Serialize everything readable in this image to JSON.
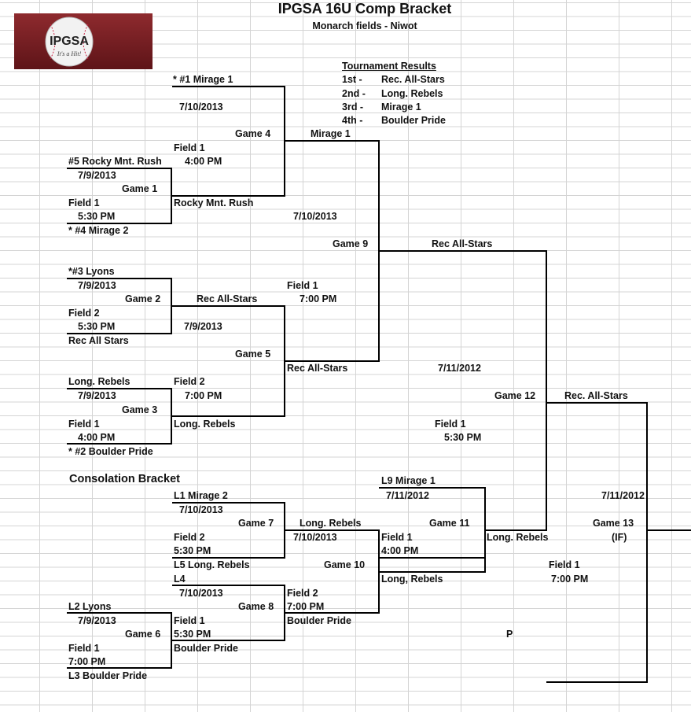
{
  "header": {
    "title": "IPGSA 16U Comp Bracket",
    "subtitle": "Monarch fields - Niwot",
    "logo_text": "IPGSA",
    "logo_tagline": "It's a Hit!"
  },
  "results": {
    "title": "Tournament Results",
    "places": [
      {
        "place": "1st -",
        "team": "Rec. All-Stars"
      },
      {
        "place": "2nd -",
        "team": "Long. Rebels"
      },
      {
        "place": "3rd -",
        "team": "Mirage 1"
      },
      {
        "place": "4th -",
        "team": "Boulder Pride"
      }
    ]
  },
  "winners_bracket": {
    "g1": {
      "top": "#5 Rocky Mnt. Rush",
      "date": "7/9/2013",
      "game": "Game 1",
      "field": "Field 1",
      "time": "5:30 PM",
      "bottom": "* #4 Mirage 2"
    },
    "g2": {
      "top": "*#3 Lyons",
      "date": "7/9/2013",
      "game": "Game 2",
      "field": "Field 2",
      "time": "5:30 PM",
      "bottom": "Rec All Stars"
    },
    "g3": {
      "top": "Long. Rebels",
      "date": "7/9/2013",
      "game": "Game 3",
      "field": "Field 1",
      "time": "4:00 PM",
      "bottom": "* #2 Boulder Pride"
    },
    "g4": {
      "top": "* #1 Mirage 1",
      "date": "7/10/2013",
      "game": "Game 4",
      "field": "Field 1",
      "time": "4:00 PM",
      "bottom": "Rocky Mnt. Rush"
    },
    "g5": {
      "top": "Rec All-Stars",
      "date": "7/9/2013",
      "game": "Game 5",
      "field": "Field 2",
      "time": "7:00 PM",
      "bottom": "Long. Rebels"
    },
    "g9": {
      "top": "Mirage 1",
      "date": "7/10/2013",
      "game": "Game 9",
      "field": "Field 1",
      "time": "7:00 PM",
      "bottom": "Rec All-Stars"
    },
    "g12": {
      "top": "Rec All-Stars",
      "date": "7/11/2012",
      "game": "Game 12",
      "field": "Field 1",
      "time": "5:30 PM",
      "winner": "Rec. All-Stars"
    }
  },
  "consolation": {
    "title": "Consolation Bracket",
    "g6": {
      "top": "L2 Lyons",
      "date": "7/9/2013",
      "game": "Game 6",
      "field": "Field 1",
      "time": "7:00 PM",
      "bottom": "L3 Boulder Pride"
    },
    "g7": {
      "top": "L1 Mirage 2",
      "date": "7/10/2013",
      "game": "Game 7",
      "field": "Field 2",
      "time": "5:30 PM",
      "bottom": "L5 Long. Rebels"
    },
    "g8": {
      "top": "L4",
      "date": "7/10/2013",
      "game": "Game 8",
      "field": "Field 1",
      "time": "5:30 PM",
      "bottom": "Boulder Pride"
    },
    "g10": {
      "top": "Long. Rebels",
      "date": "7/10/2013",
      "game": "Game 10",
      "field": "Field 2",
      "time": "7:00 PM",
      "bottom": "Boulder Pride"
    },
    "g11": {
      "top": "L9 Mirage 1",
      "date": "7/11/2012",
      "game": "Game 11",
      "field": "Field 1",
      "time": "4:00 PM",
      "bottom": "Long, Rebels",
      "winner": "Long. Rebels"
    },
    "g13": {
      "date": "7/11/2012",
      "game": "Game 13",
      "note": "(IF)",
      "field": "Field 1",
      "time": "7:00 PM"
    },
    "stray": "P"
  },
  "colors": {
    "grid": "#d4d4d4",
    "line": "#000000",
    "logo_bg": "#7a1e22",
    "text": "#111111"
  }
}
